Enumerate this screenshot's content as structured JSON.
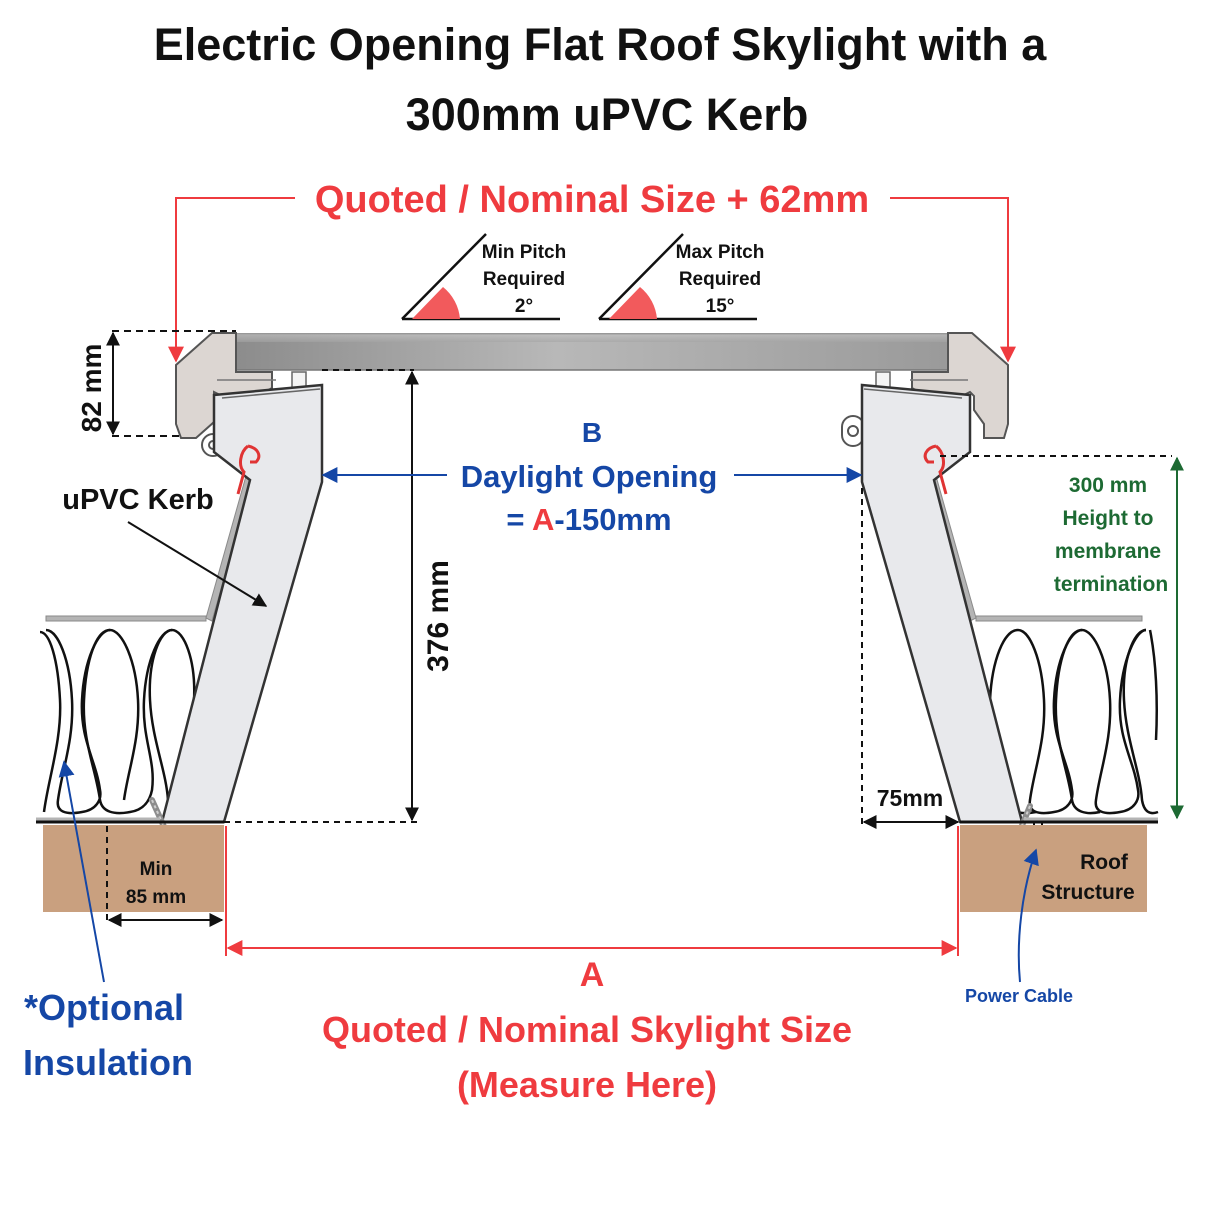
{
  "title": {
    "line1": "Electric Opening Flat Roof Skylight with a",
    "line2": "300mm uPVC Kerb"
  },
  "labels": {
    "quoted_plus": "Quoted / Nominal Size + 62mm",
    "min_pitch_l1": "Min Pitch",
    "min_pitch_l2": "Required",
    "min_pitch_val": "2°",
    "max_pitch_l1": "Max Pitch",
    "max_pitch_l2": "Required",
    "max_pitch_val": "15°",
    "dim_82": "82 mm",
    "b_letter": "B",
    "daylight": "Daylight Opening",
    "formula_eq": "= ",
    "formula_a": "A",
    "formula_rest": "-150mm",
    "upvc_kerb": "uPVC Kerb",
    "dim_376": "376 mm",
    "h300_l1": "300 mm",
    "h300_l2": "Height to",
    "h300_l3": "membrane",
    "h300_l4": "termination",
    "dim_75": "75mm",
    "min85_l1": "Min",
    "min85_l2": "85 mm",
    "roof_l1": "Roof",
    "roof_l2": "Structure",
    "a_letter": "A",
    "power_cable": "Power Cable",
    "optional_l1": "*Optional",
    "optional_l2": "Insulation",
    "quoted_size": "Quoted / Nominal Skylight Size",
    "measure_here": "(Measure Here)"
  },
  "colors": {
    "red": "#ef3b3f",
    "blue": "#1547a6",
    "green": "#1d6a33",
    "timber": "#c9a07f",
    "kerb": "#e8e9ec",
    "frame": "#ddd7d3"
  }
}
